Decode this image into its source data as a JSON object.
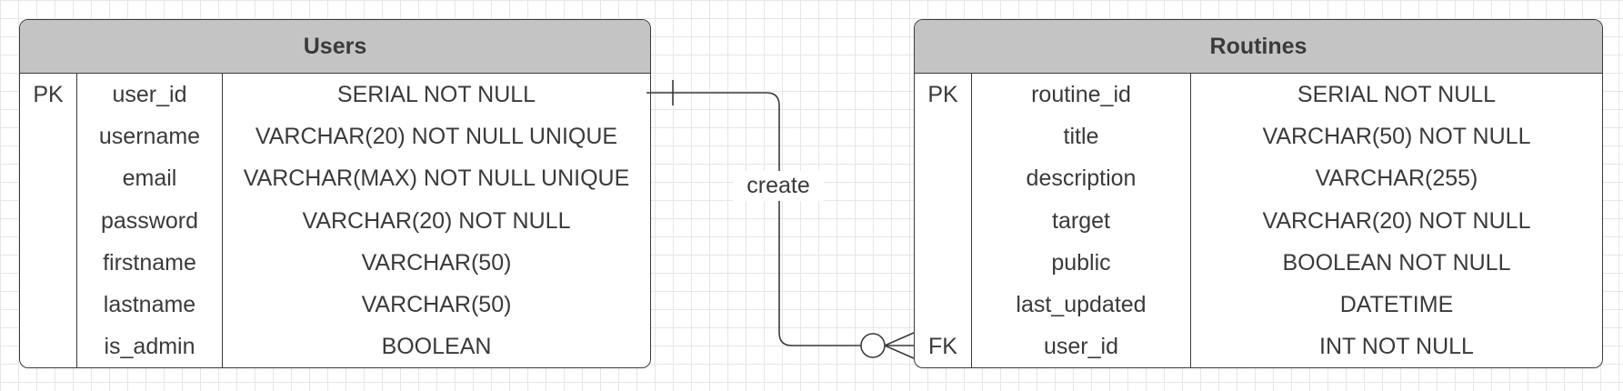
{
  "entities": {
    "users": {
      "title": "Users",
      "rows": [
        {
          "key": "PK",
          "name": "user_id",
          "type": "SERIAL NOT NULL"
        },
        {
          "key": "",
          "name": "username",
          "type": "VARCHAR(20) NOT NULL UNIQUE"
        },
        {
          "key": "",
          "name": "email",
          "type": "VARCHAR(MAX) NOT NULL UNIQUE"
        },
        {
          "key": "",
          "name": "password",
          "type": "VARCHAR(20) NOT NULL"
        },
        {
          "key": "",
          "name": "firstname",
          "type": "VARCHAR(50)"
        },
        {
          "key": "",
          "name": "lastname",
          "type": "VARCHAR(50)"
        },
        {
          "key": "",
          "name": "is_admin",
          "type": "BOOLEAN"
        }
      ]
    },
    "routines": {
      "title": "Routines",
      "rows": [
        {
          "key": "PK",
          "name": "routine_id",
          "type": "SERIAL NOT NULL"
        },
        {
          "key": "",
          "name": "title",
          "type": "VARCHAR(50) NOT NULL"
        },
        {
          "key": "",
          "name": "description",
          "type": "VARCHAR(255)"
        },
        {
          "key": "",
          "name": "target",
          "type": "VARCHAR(20) NOT NULL"
        },
        {
          "key": "",
          "name": "public",
          "type": "BOOLEAN NOT NULL"
        },
        {
          "key": "",
          "name": "last_updated",
          "type": "DATETIME"
        },
        {
          "key": "FK",
          "name": "user_id",
          "type": "INT NOT NULL"
        }
      ]
    }
  },
  "relationship": {
    "label": "create",
    "from": "users",
    "to": "routines",
    "from_cardinality": "one",
    "to_cardinality": "zero-or-many"
  },
  "colors": {
    "header_fill": "#c4c4c4",
    "line": "#3a3a3a",
    "grid": "#e6e6e6"
  }
}
